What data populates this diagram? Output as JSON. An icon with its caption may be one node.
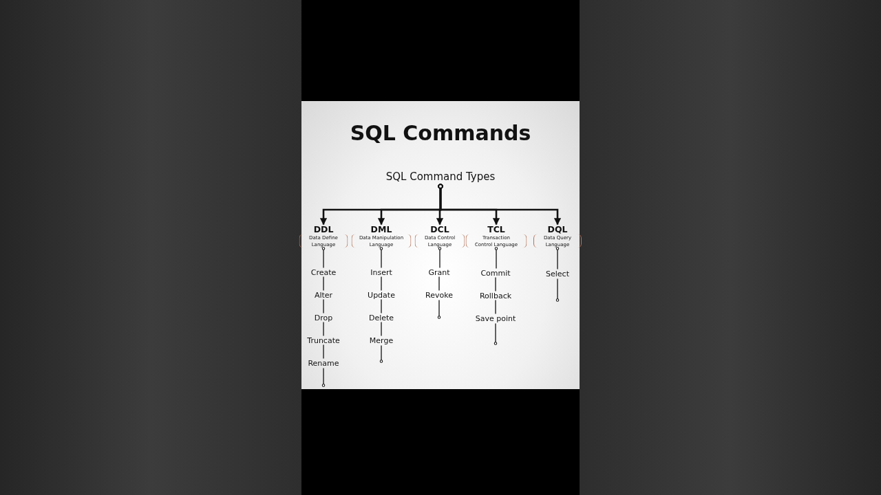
{
  "diagram": {
    "title": "SQL Commands",
    "nodes": [
      {
        "text": [
          "SQL Command Types"
        ]
      },
      {
        "text": [
          "DDL",
          "Data Define Language"
        ]
      },
      {
        "text": [
          "DML",
          "Data Manipulation Language"
        ]
      },
      {
        "text": [
          "DCL",
          "Data Control Language"
        ]
      },
      {
        "text": [
          "TCL",
          "Transaction Control Language"
        ]
      },
      {
        "text": [
          "DQL",
          "Data Query Language"
        ]
      },
      {
        "text": [
          "Create"
        ]
      },
      {
        "text": [
          "Alter"
        ]
      },
      {
        "text": [
          "Drop"
        ]
      },
      {
        "text": [
          "Truncate"
        ]
      },
      {
        "text": [
          "Rename"
        ]
      },
      {
        "text": [
          "Insert"
        ]
      },
      {
        "text": [
          "Update"
        ]
      },
      {
        "text": [
          "Delete"
        ]
      },
      {
        "text": [
          "Merge"
        ]
      },
      {
        "text": [
          "Grant"
        ]
      },
      {
        "text": [
          "Revoke"
        ]
      },
      {
        "text": [
          "Commit"
        ]
      },
      {
        "text": [
          "Rollback"
        ]
      },
      {
        "text": [
          "Save point"
        ]
      },
      {
        "text": [
          "Select"
        ]
      }
    ],
    "edges": [
      {
        "from": 0,
        "to": 1,
        "arrow": "to"
      },
      {
        "from": 0,
        "to": 2,
        "arrow": "to"
      },
      {
        "from": 0,
        "to": 3,
        "arrow": "to"
      },
      {
        "from": 0,
        "to": 4,
        "arrow": "to"
      },
      {
        "from": 0,
        "to": 5,
        "arrow": "to"
      },
      {
        "from": 1,
        "to": 6,
        "arrow": "other"
      },
      {
        "from": 6,
        "to": 7,
        "arrow": "none"
      },
      {
        "from": 7,
        "to": 8,
        "arrow": "none"
      },
      {
        "from": 8,
        "to": 9,
        "arrow": "none"
      },
      {
        "from": 9,
        "to": 10,
        "arrow": "none"
      },
      {
        "from": 10,
        "to": null,
        "arrow": "other"
      },
      {
        "from": 2,
        "to": 11,
        "arrow": "other"
      },
      {
        "from": 11,
        "to": 12,
        "arrow": "none"
      },
      {
        "from": 12,
        "to": 13,
        "arrow": "none"
      },
      {
        "from": 13,
        "to": 14,
        "arrow": "none"
      },
      {
        "from": 14,
        "to": null,
        "arrow": "other"
      },
      {
        "from": 3,
        "to": 15,
        "arrow": "other"
      },
      {
        "from": 15,
        "to": 16,
        "arrow": "none"
      },
      {
        "from": 16,
        "to": null,
        "arrow": "other"
      },
      {
        "from": 4,
        "to": 17,
        "arrow": "other"
      },
      {
        "from": 17,
        "to": 18,
        "arrow": "none"
      },
      {
        "from": 18,
        "to": 19,
        "arrow": "none"
      },
      {
        "from": 19,
        "to": null,
        "arrow": "other"
      },
      {
        "from": 5,
        "to": 20,
        "arrow": "other"
      },
      {
        "from": 20,
        "to": null,
        "arrow": "other"
      }
    ]
  }
}
